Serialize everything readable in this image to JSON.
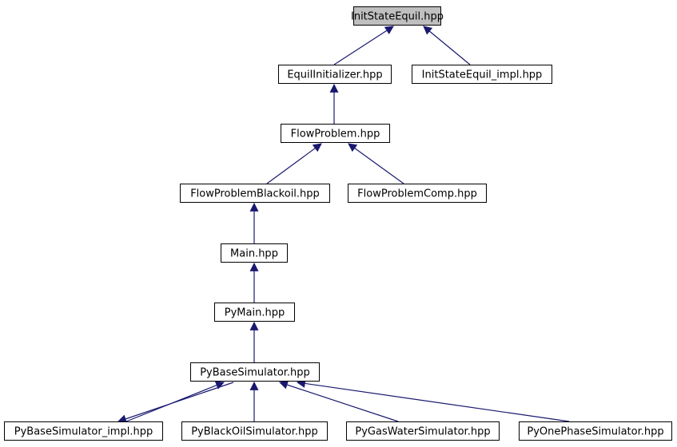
{
  "diagram": {
    "colors": {
      "edge": "#191970",
      "node_border": "#000000",
      "node_fill": "#ffffff",
      "root_fill": "#bfbfbf"
    },
    "nodes": [
      {
        "id": "initstateequil",
        "label": "InitStateEquil.hpp",
        "root": true
      },
      {
        "id": "equilinitializer",
        "label": "EquilInitializer.hpp"
      },
      {
        "id": "initstateequil-impl",
        "label": "InitStateEquil_impl.hpp"
      },
      {
        "id": "flowproblem",
        "label": "FlowProblem.hpp"
      },
      {
        "id": "flowproblemblackoil",
        "label": "FlowProblemBlackoil.hpp"
      },
      {
        "id": "flowproblemcomp",
        "label": "FlowProblemComp.hpp"
      },
      {
        "id": "main",
        "label": "Main.hpp"
      },
      {
        "id": "pymain",
        "label": "PyMain.hpp"
      },
      {
        "id": "pybasesimulator",
        "label": "PyBaseSimulator.hpp"
      },
      {
        "id": "pybasesimulator-impl",
        "label": "PyBaseSimulator_impl.hpp"
      },
      {
        "id": "pyblackoilsimulator",
        "label": "PyBlackOilSimulator.hpp"
      },
      {
        "id": "pygaswatersimulator",
        "label": "PyGasWaterSimulator.hpp"
      },
      {
        "id": "pyonephasesimulator",
        "label": "PyOnePhaseSimulator.hpp"
      }
    ],
    "edges": [
      {
        "from": "equilinitializer",
        "to": "initstateequil"
      },
      {
        "from": "initstateequil-impl",
        "to": "initstateequil"
      },
      {
        "from": "flowproblem",
        "to": "equilinitializer"
      },
      {
        "from": "flowproblemblackoil",
        "to": "flowproblem"
      },
      {
        "from": "flowproblemcomp",
        "to": "flowproblem"
      },
      {
        "from": "main",
        "to": "flowproblemblackoil"
      },
      {
        "from": "pymain",
        "to": "main"
      },
      {
        "from": "pybasesimulator",
        "to": "pymain"
      },
      {
        "from": "pybasesimulator-impl",
        "to": "pybasesimulator"
      },
      {
        "from": "pybasesimulator",
        "to": "pybasesimulator-impl"
      },
      {
        "from": "pyblackoilsimulator",
        "to": "pybasesimulator"
      },
      {
        "from": "pygaswatersimulator",
        "to": "pybasesimulator"
      },
      {
        "from": "pyonephasesimulator",
        "to": "pybasesimulator"
      }
    ]
  }
}
